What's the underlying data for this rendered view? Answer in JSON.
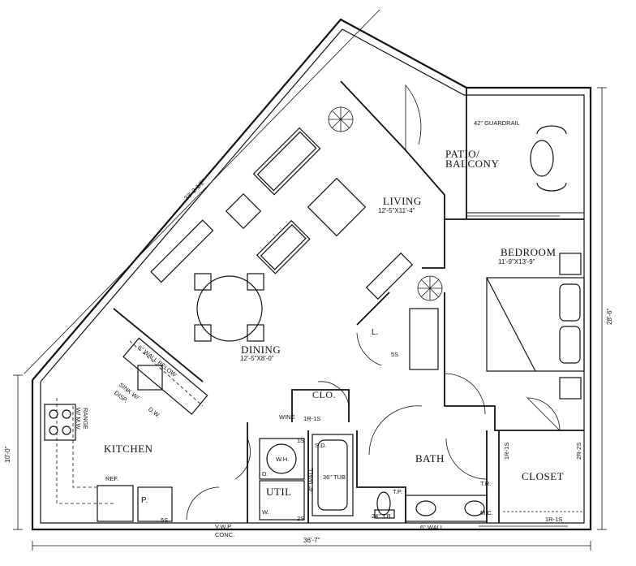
{
  "rooms": {
    "patio": [
      "PATIO/",
      "BALCONY"
    ],
    "living": "LIVING",
    "living_dim": "12'-5\"X11'-4\"",
    "bedroom": "BEDROOM",
    "bedroom_dim": "11'-9\"X13'-9\"",
    "dining": "DINING",
    "dining_dim": "12'-5\"X8'-0\"",
    "kitchen": "KITCHEN",
    "bath": "BATH",
    "closet": "CLOSET",
    "util": "UTIL",
    "clo": "CLO."
  },
  "dimensions": {
    "diagonal": "33'-2 1/2\"",
    "bottom": "36'-7\"",
    "right": "28'-6\"",
    "left": "10'-0\""
  },
  "notes": {
    "guardrail": "42\" GUARDRAIL",
    "wall_below": "6\" WALL BELOW",
    "sink": [
      "SINK W/",
      "DISP."
    ],
    "dw": "D.W.",
    "range": [
      "RANGE",
      "W/ M.W."
    ],
    "ref": "REF.",
    "pantry": "P.",
    "pantry_shelf": "5S",
    "vwp": [
      "V.W.P.",
      "CONC."
    ],
    "wine": "WINE",
    "clo_shelf": "1R-1S",
    "wh": "W.H.",
    "dryer": "D.",
    "washer": "W.",
    "util_1s": "1S",
    "util_2s": "2S",
    "sd": "S.D.",
    "wall6": "6\" WALL",
    "tub": "36\" TUB",
    "tb": "24\" T.B.",
    "tp": "T.P.",
    "tr": "T.R.",
    "mc": "M.C.",
    "bath_wall": "6\" WALL",
    "linen": "L.",
    "linen_shelf": "5S",
    "closet_left": "1R-1S",
    "closet_right": "2R-2S",
    "closet_bottom": "1R-1S"
  }
}
